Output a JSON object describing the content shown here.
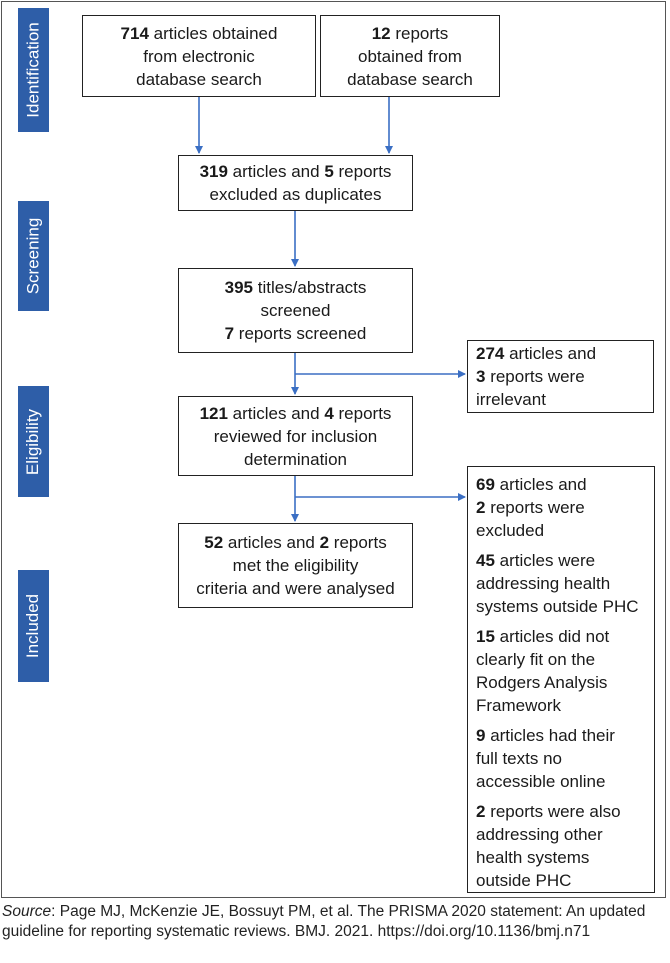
{
  "stages": {
    "identification": "Identification",
    "screening": "Screening",
    "eligibility": "Eligibility",
    "included": "Included"
  },
  "boxes": {
    "articles_obtained": {
      "bold": "714",
      "line1": " articles obtained",
      "line2": "from electronic",
      "line3": "database search"
    },
    "reports_obtained": {
      "bold": "12",
      "line1": " reports",
      "line2": "obtained from",
      "line3": "database search"
    },
    "duplicates": {
      "bold1": "319",
      "text1": " articles and ",
      "bold2": "5",
      "text2": " reports",
      "line2": "excluded as duplicates"
    },
    "screened": {
      "bold1": "395",
      "text1": " titles/abstracts",
      "line2": "screened",
      "bold2": "7",
      "text2": " reports screened"
    },
    "irrelevant": {
      "bold1": "274",
      "text1": " articles and",
      "bold2": "3",
      "text2": " reports were",
      "line3": "irrelevant"
    },
    "reviewed": {
      "bold1": "121",
      "text1": " articles and ",
      "bold2": "4",
      "text2": " reports",
      "line2": "reviewed for inclusion",
      "line3": "determination"
    },
    "included": {
      "bold1": "52",
      "text1": " articles and ",
      "bold2": "2",
      "text2": " reports",
      "line2": "met the eligibility",
      "line3": "criteria and were analysed"
    },
    "excluded": {
      "g1": {
        "bold1": "69",
        "text1": " articles and",
        "bold2": "2",
        "text2": " reports were",
        "line3": "excluded"
      },
      "g2": {
        "bold": "45",
        "text1": " articles were",
        "line2": "addressing health",
        "line3": "systems outside PHC"
      },
      "g3": {
        "bold": "15",
        "text1": " articles did not",
        "line2": "clearly fit on the",
        "line3": "Rodgers Analysis",
        "line4": "Framework"
      },
      "g4": {
        "bold": "9",
        "text1": " articles had their",
        "line2": "full texts no",
        "line3": "accessible online"
      },
      "g5": {
        "bold": "2",
        "text1": " reports were also",
        "line2": "addressing other",
        "line3": "health systems",
        "line4": "outside PHC"
      }
    }
  },
  "source": {
    "label": "Source",
    "text": ": Page MJ, McKenzie JE, Bossuyt PM, et al. The PRISMA 2020 statement: An updated guideline for reporting systematic reviews. BMJ. 2021. https://doi.org/10.1136/bmj.n71"
  },
  "colors": {
    "stage_bar": "#2e5ea8",
    "arrow": "#3b6fc4"
  }
}
